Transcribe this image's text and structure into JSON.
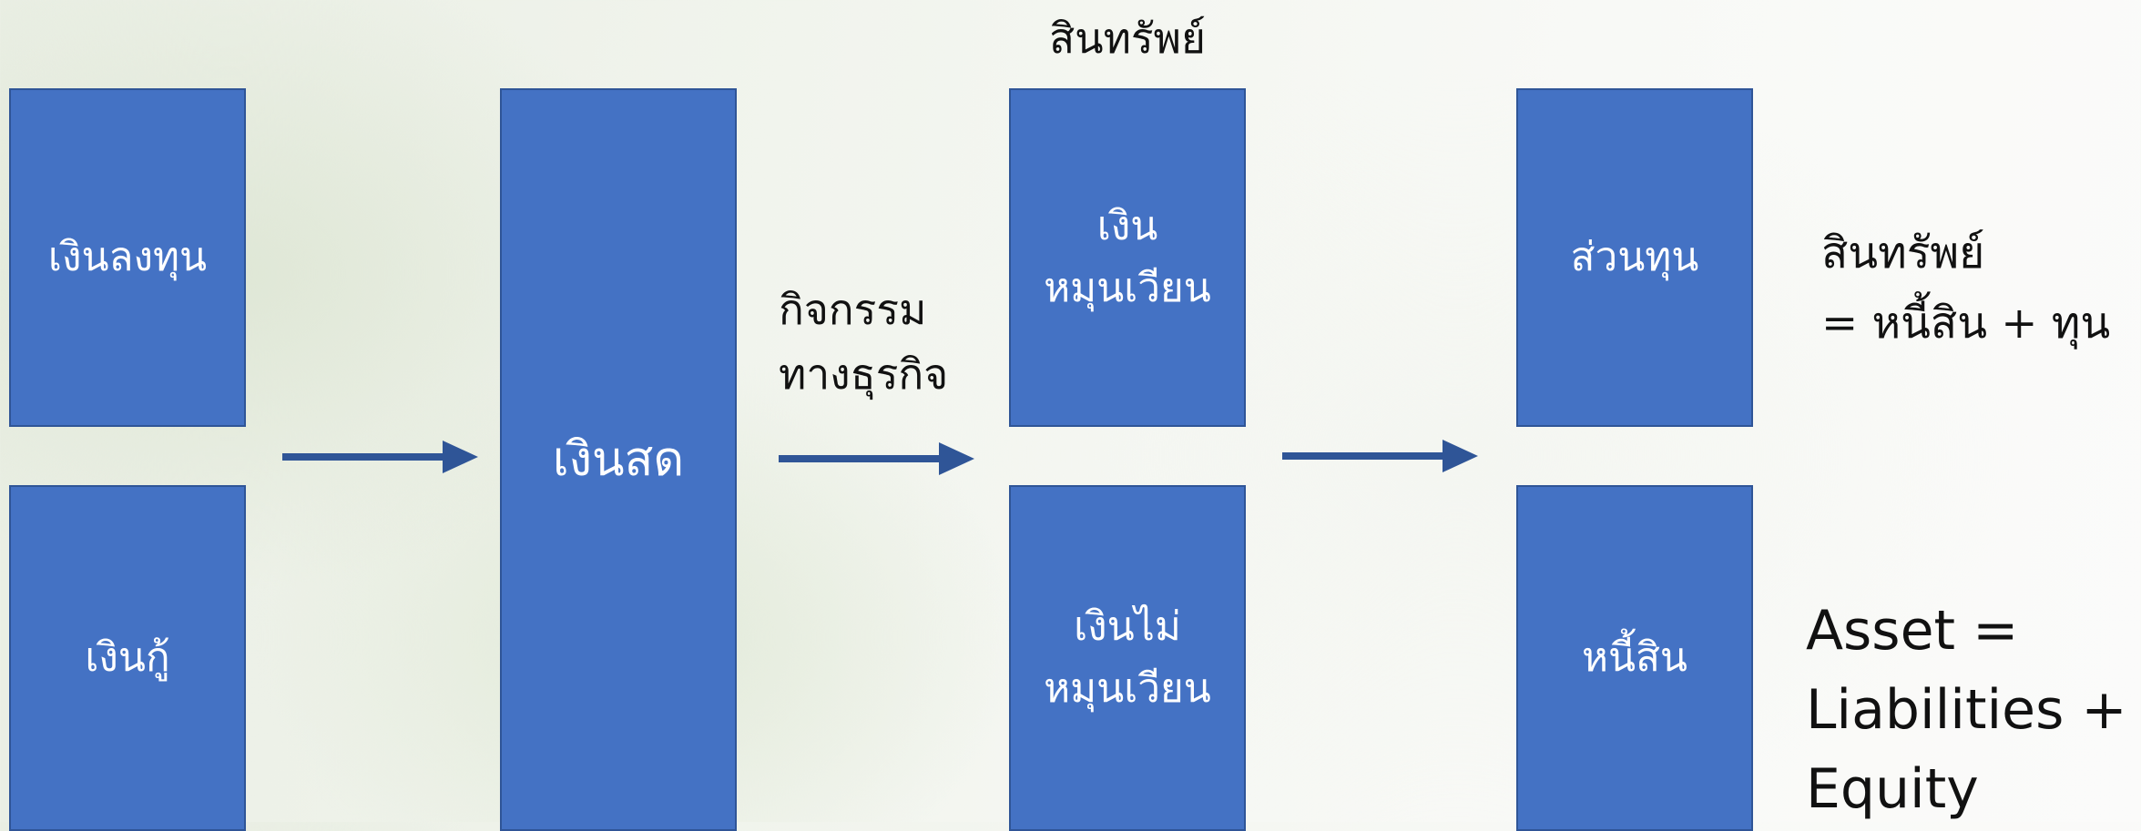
{
  "boxes": {
    "investment": "เงินลงทุน",
    "loan": "เงินกู้",
    "cash": "เงินสด",
    "current_assets": "เงิน\nหมุนเวียน",
    "non_current_assets": "เงินไม่\nหมุนเวียน",
    "equity": "ส่วนทุน",
    "liabilities": "หนี้สิน"
  },
  "labels": {
    "assets_heading": "สินทรัพย์",
    "business_activity": "กิจกรรม\nทางธุรกิจ",
    "equation_thai": "สินทรัพย์\n= หนี้สิน + ทุน",
    "equation_english": "Asset =\nLiabilities +\nEquity"
  },
  "colors": {
    "box_fill": "#4472c4",
    "box_border": "#2f5597",
    "arrow": "#2f5597",
    "box_text": "#ffffff",
    "body_text": "#111111"
  }
}
